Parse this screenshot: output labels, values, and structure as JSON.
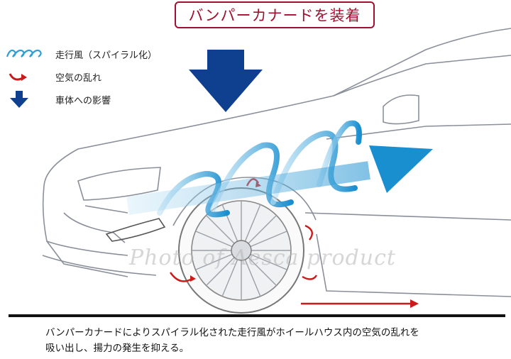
{
  "title": "バンパーカナードを装着",
  "legend": [
    {
      "label": "走行風（スパイラル化）",
      "icon": "spiral-icon",
      "color": "#2e9fd6"
    },
    {
      "label": "空気の乱れ",
      "icon": "curved-arrow-icon",
      "color": "#cc1a1a"
    },
    {
      "label": "車体への影響",
      "icon": "down-arrow-icon",
      "color": "#0f3f8f"
    }
  ],
  "caption": {
    "line1": "バンパーカナードによりスパイラル化された走行風がホイールハウス内の空気の乱れを",
    "line2": "吸い出し、揚力の発生を抑える。"
  },
  "watermark": "Photo of Aesca product",
  "colors": {
    "accent": "#a01030",
    "airflow": "#2e9fd6",
    "turbulence": "#cc1a1a",
    "downforce": "#0f3f8f"
  }
}
